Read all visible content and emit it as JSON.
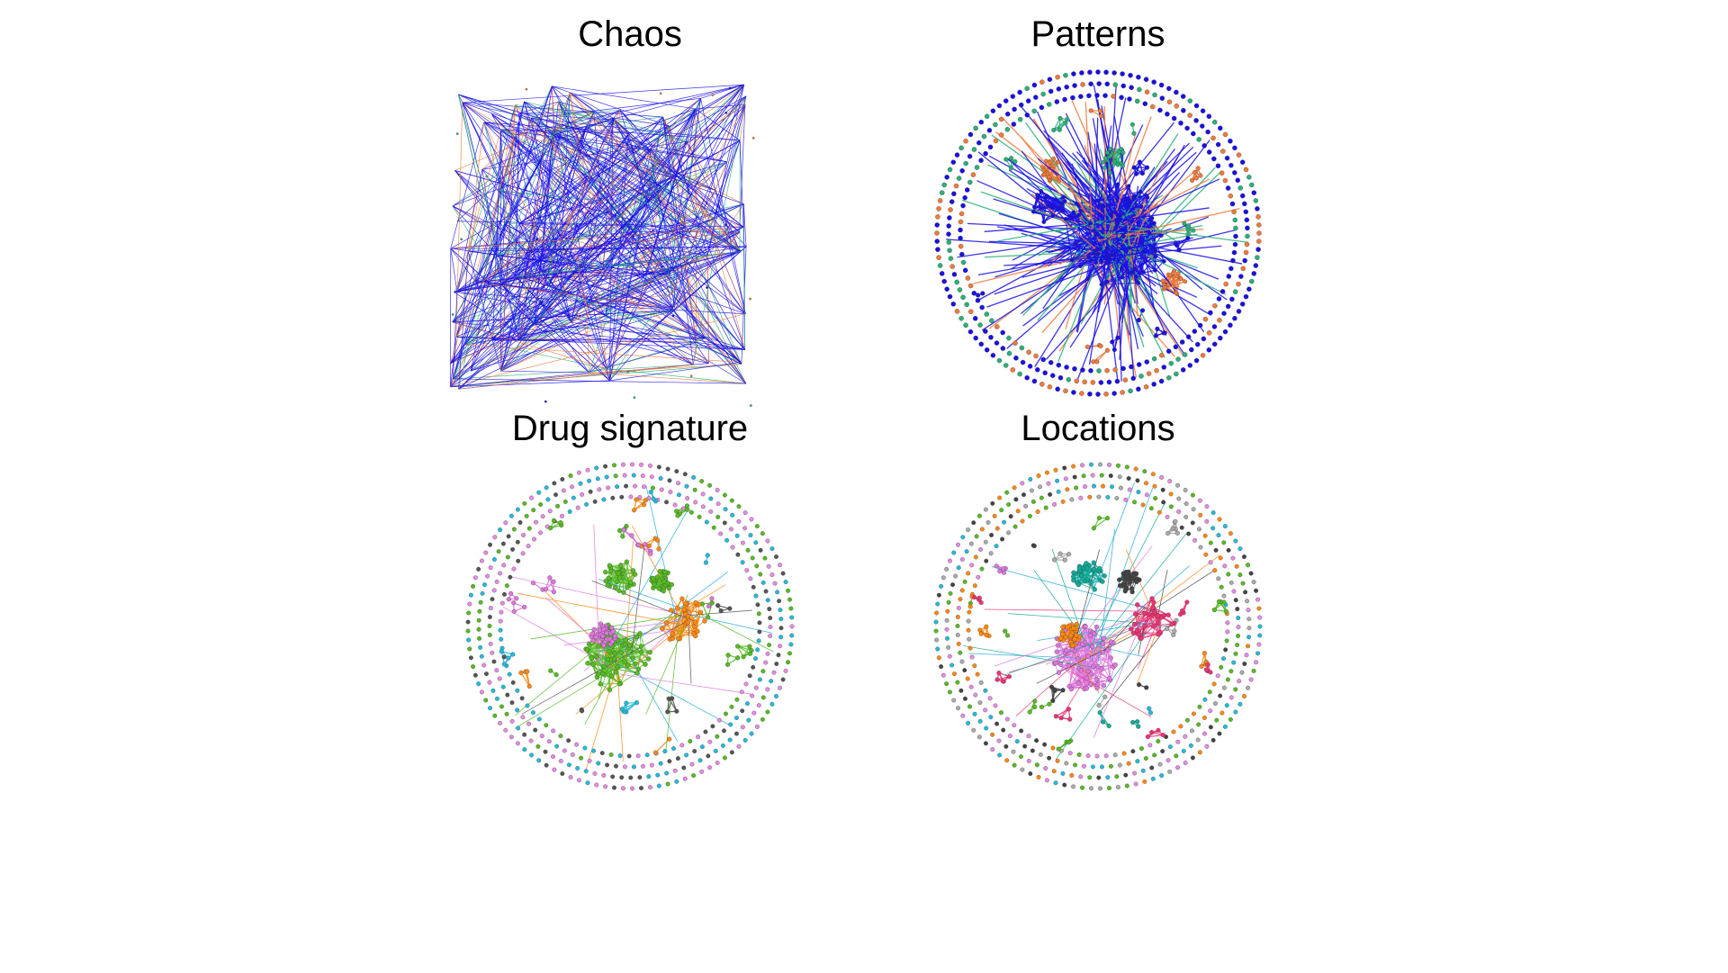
{
  "panels": [
    {
      "id": "chaos",
      "title": "Chaos",
      "layout": "square",
      "edge_colors": [
        "#1a10e6",
        "#1a10e6",
        "#1a10e6",
        "#1a10e6",
        "#1a10e6",
        "#1a10e6",
        "#f07a3c",
        "#2bb07a"
      ],
      "node_colors": [
        "#1a10e6",
        "#f07a3c",
        "#2bb07a"
      ],
      "ring_node_colors": [
        "#1a10e6"
      ],
      "hub_colors": []
    },
    {
      "id": "patterns",
      "title": "Patterns",
      "layout": "circle-hub",
      "edge_colors": [
        "#1a10e6",
        "#1a10e6",
        "#1a10e6",
        "#1a10e6",
        "#f07a3c",
        "#2bb07a"
      ],
      "node_colors": [
        "#1a10e6",
        "#f07a3c",
        "#2bb07a"
      ],
      "ring_node_colors": [
        "#1a10e6",
        "#1a10e6",
        "#1a10e6",
        "#f07a3c",
        "#2bb07a"
      ],
      "hub_colors": [
        "#1a10e6",
        "#1a10e6",
        "#f07a3c",
        "#2bb07a",
        "#f07a3c"
      ]
    },
    {
      "id": "drug-signature",
      "title": "Drug signature",
      "layout": "circle-clusters",
      "edge_colors": [
        "#dd77dd",
        "#55bb22",
        "#ff8811",
        "#22aadd",
        "#555555"
      ],
      "node_colors": [
        "#dd77dd",
        "#55bb22",
        "#22bbdd",
        "#ff8811",
        "#555555"
      ],
      "ring_node_colors": [
        "#e58ae5",
        "#e58ae5",
        "#22bbdd",
        "#55bb22",
        "#555555"
      ],
      "hub_colors": [
        "#55bb22",
        "#ff8811",
        "#55bb22",
        "#dd77dd",
        "#55bb22"
      ]
    },
    {
      "id": "locations",
      "title": "Locations",
      "layout": "circle-clusters",
      "edge_colors": [
        "#dd77dd",
        "#ee3377",
        "#11aa99",
        "#ff8811",
        "#444444",
        "#22aadd"
      ],
      "node_colors": [
        "#dd77dd",
        "#ee3377",
        "#11aa99",
        "#ff8811",
        "#444444",
        "#22bbdd",
        "#55bb22",
        "#aaaaaa"
      ],
      "ring_node_colors": [
        "#e58ae5",
        "#55bb22",
        "#22bbdd",
        "#ff8811",
        "#444444",
        "#aaaaaa"
      ],
      "hub_colors": [
        "#dd77dd",
        "#ee3377",
        "#11aa99",
        "#ff8811",
        "#444444"
      ]
    }
  ]
}
